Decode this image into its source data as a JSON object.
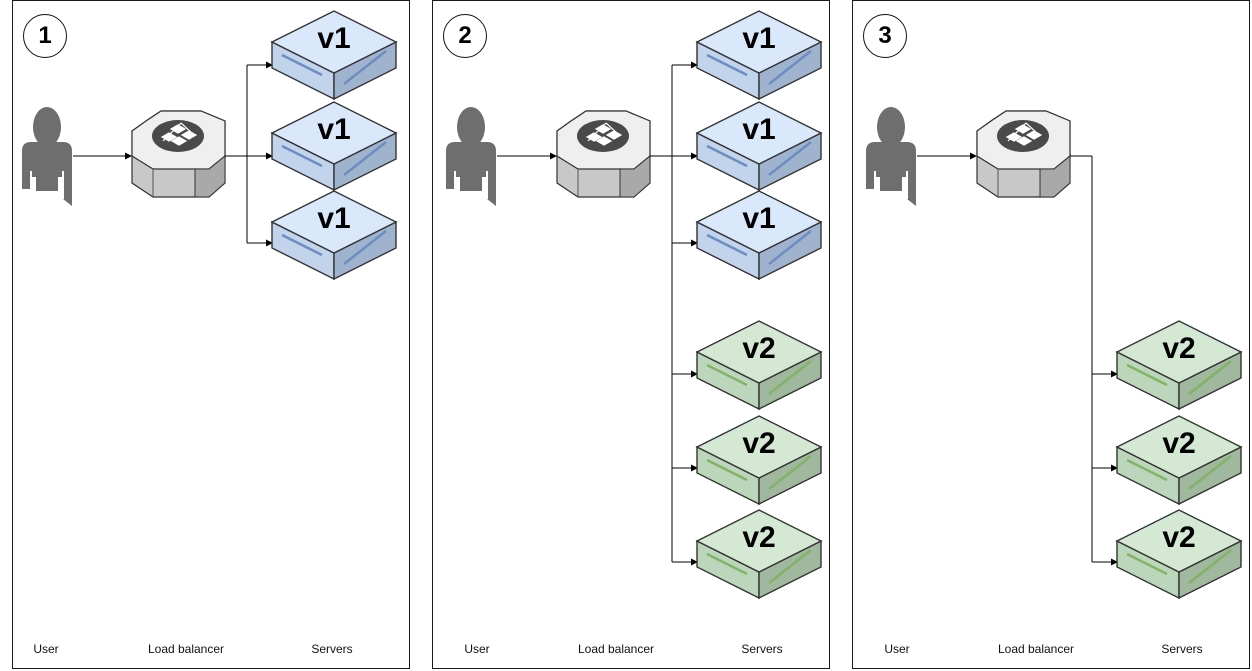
{
  "panels": [
    {
      "step": "1",
      "labels": {
        "user": "User",
        "load_balancer": "Load balancer",
        "servers": "Servers"
      },
      "servers": [
        {
          "version": "v1",
          "color": "blue"
        },
        {
          "version": "v1",
          "color": "blue"
        },
        {
          "version": "v1",
          "color": "blue"
        }
      ]
    },
    {
      "step": "2",
      "labels": {
        "user": "User",
        "load_balancer": "Load balancer",
        "servers": "Servers"
      },
      "servers": [
        {
          "version": "v1",
          "color": "blue"
        },
        {
          "version": "v1",
          "color": "blue"
        },
        {
          "version": "v1",
          "color": "blue"
        },
        {
          "version": "v2",
          "color": "green"
        },
        {
          "version": "v2",
          "color": "green"
        },
        {
          "version": "v2",
          "color": "green"
        }
      ]
    },
    {
      "step": "3",
      "labels": {
        "user": "User",
        "load_balancer": "Load balancer",
        "servers": "Servers"
      },
      "servers": [
        {
          "version": "v2",
          "color": "green"
        },
        {
          "version": "v2",
          "color": "green"
        },
        {
          "version": "v2",
          "color": "green"
        }
      ]
    }
  ],
  "colors": {
    "v1_top": "#dae8fc",
    "v1_left": "#c2d3ec",
    "v1_right": "#9fb3cf",
    "v1_stripe": "#6c8ebf",
    "v2_top": "#d5e8d4",
    "v2_left": "#bcd6bb",
    "v2_right": "#9fb89e",
    "v2_stripe": "#82b366",
    "user": "#6e6e6e",
    "lb_top": "#efefef",
    "lb_side": "#c8c8c8",
    "lb_dark": "#a9a9a9"
  },
  "icons": {
    "user": "user-silhouette-icon",
    "load_balancer": "load-balancer-icon",
    "server": "server-icon"
  }
}
